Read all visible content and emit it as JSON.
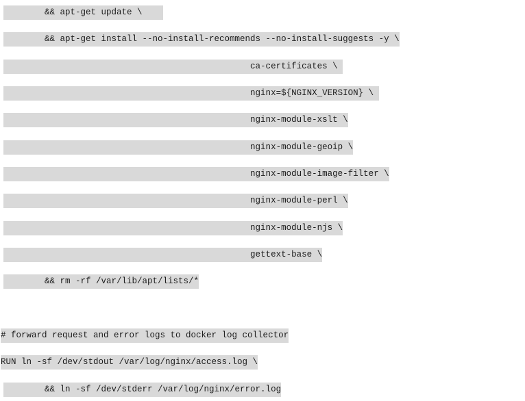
{
  "colors": {
    "background": "#ffffff",
    "highlight": "#d9d9d9",
    "text": "#1c1c1c"
  },
  "code": {
    "language": "dockerfile",
    "lines": [
      "        && apt-get update \\    ",
      "        && apt-get install --no-install-recommends --no-install-suggests -y \\",
      "                                                ca-certificates \\ ",
      "                                                nginx=${NGINX_VERSION} \\ ",
      "                                                nginx-module-xslt \\",
      "                                                nginx-module-geoip \\",
      "                                                nginx-module-image-filter \\",
      "                                                nginx-module-perl \\",
      "                                                nginx-module-njs \\",
      "                                                gettext-base \\",
      "        && rm -rf /var/lib/apt/lists/*",
      "",
      "# forward request and error logs to docker log collector",
      "RUN ln -sf /dev/stdout /var/log/nginx/access.log \\",
      "        && ln -sf /dev/stderr /var/log/nginx/error.log"
    ]
  }
}
